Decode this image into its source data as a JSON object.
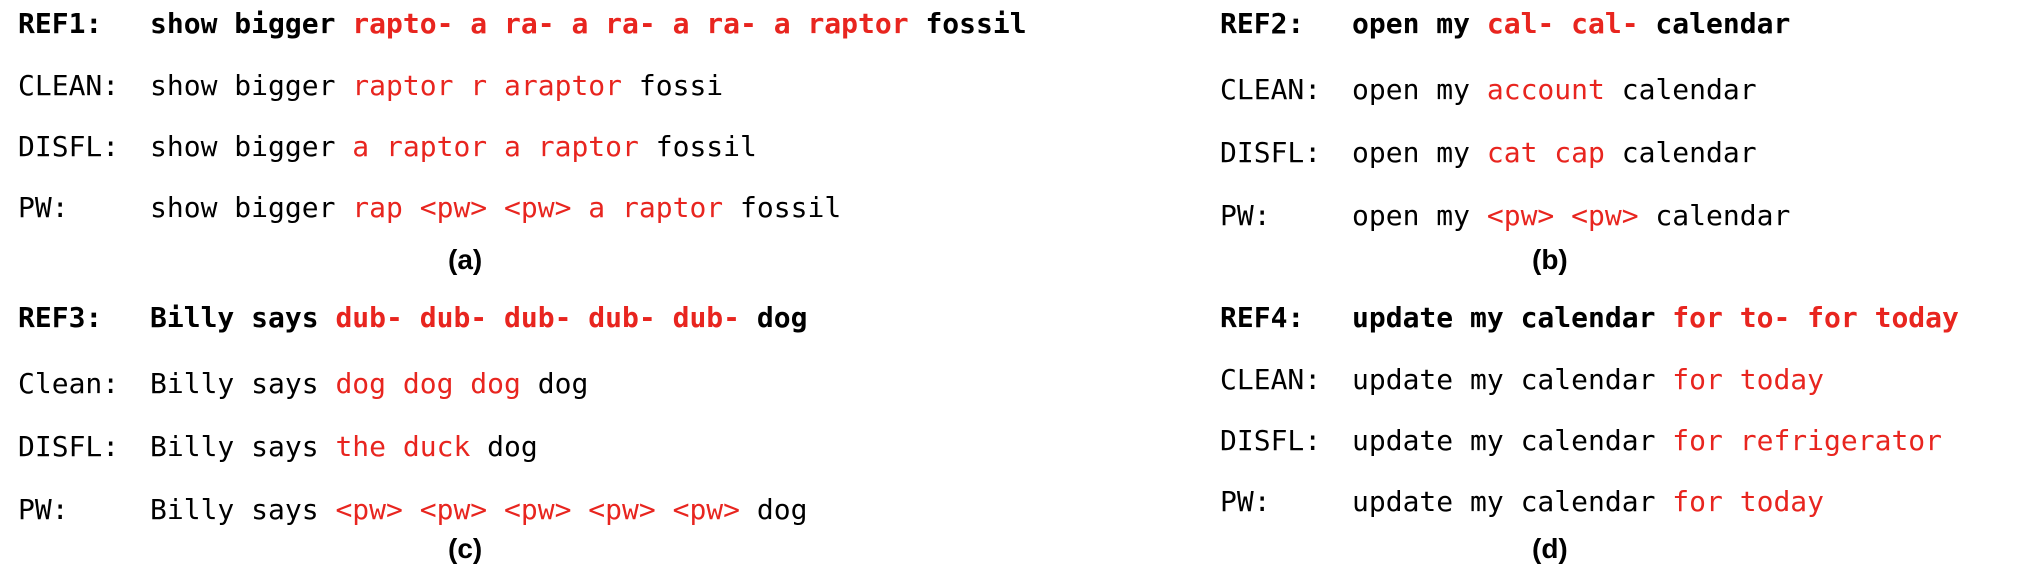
{
  "colors": {
    "highlight": "#e8251f",
    "text": "#000000"
  },
  "panels": [
    {
      "id": "panel-a",
      "caption": "(a)",
      "rows": [
        {
          "label": "REF1:",
          "bold": true,
          "segments": [
            {
              "text": "show bigger ",
              "red": false
            },
            {
              "text": "rapto- a ra- a ra- a ra- a raptor",
              "red": true
            },
            {
              "text": " fossil",
              "red": false
            }
          ]
        },
        {
          "label": "CLEAN:",
          "bold": false,
          "segments": [
            {
              "text": "show bigger ",
              "red": false
            },
            {
              "text": "raptor r araptor",
              "red": true
            },
            {
              "text": " fossi",
              "red": false
            }
          ]
        },
        {
          "label": "DISFL:",
          "bold": false,
          "segments": [
            {
              "text": "show bigger ",
              "red": false
            },
            {
              "text": "a raptor a raptor",
              "red": true
            },
            {
              "text": " fossil",
              "red": false
            }
          ]
        },
        {
          "label": "PW:",
          "bold": false,
          "segments": [
            {
              "text": "show bigger ",
              "red": false
            },
            {
              "text": "rap <pw> <pw> a raptor",
              "red": true
            },
            {
              "text": " fossil",
              "red": false
            }
          ]
        }
      ]
    },
    {
      "id": "panel-b",
      "caption": "(b)",
      "rows": [
        {
          "label": "REF2:",
          "bold": true,
          "segments": [
            {
              "text": "open my ",
              "red": false
            },
            {
              "text": "cal- cal-",
              "red": true
            },
            {
              "text": " calendar",
              "red": false
            }
          ]
        },
        {
          "label": "CLEAN:",
          "bold": false,
          "segments": [
            {
              "text": "open my ",
              "red": false
            },
            {
              "text": "account",
              "red": true
            },
            {
              "text": " calendar",
              "red": false
            }
          ]
        },
        {
          "label": "DISFL:",
          "bold": false,
          "segments": [
            {
              "text": "open my ",
              "red": false
            },
            {
              "text": "cat cap",
              "red": true
            },
            {
              "text": " calendar",
              "red": false
            }
          ]
        },
        {
          "label": "PW:",
          "bold": false,
          "segments": [
            {
              "text": "open my ",
              "red": false
            },
            {
              "text": "<pw> <pw>",
              "red": true
            },
            {
              "text": " calendar",
              "red": false
            }
          ]
        }
      ]
    },
    {
      "id": "panel-c",
      "caption": "(c)",
      "rows": [
        {
          "label": "REF3:",
          "bold": true,
          "segments": [
            {
              "text": "Billy says ",
              "red": false
            },
            {
              "text": "dub- dub- dub- dub- dub-",
              "red": true
            },
            {
              "text": " dog",
              "red": false
            }
          ]
        },
        {
          "label": "Clean:",
          "bold": false,
          "segments": [
            {
              "text": "Billy says ",
              "red": false
            },
            {
              "text": "dog dog dog",
              "red": true
            },
            {
              "text": " dog",
              "red": false
            }
          ]
        },
        {
          "label": "DISFL:",
          "bold": false,
          "segments": [
            {
              "text": "Billy says ",
              "red": false
            },
            {
              "text": "the duck",
              "red": true
            },
            {
              "text": " dog",
              "red": false
            }
          ]
        },
        {
          "label": "PW:",
          "bold": false,
          "segments": [
            {
              "text": "Billy says ",
              "red": false
            },
            {
              "text": "<pw> <pw> <pw> <pw> <pw>",
              "red": true
            },
            {
              "text": " dog",
              "red": false
            }
          ]
        }
      ]
    },
    {
      "id": "panel-d",
      "caption": "(d)",
      "rows": [
        {
          "label": "REF4:",
          "bold": true,
          "segments": [
            {
              "text": "update my calendar ",
              "red": false
            },
            {
              "text": "for to- for today",
              "red": true
            }
          ]
        },
        {
          "label": "CLEAN:",
          "bold": false,
          "segments": [
            {
              "text": "update my calendar ",
              "red": false
            },
            {
              "text": "for today",
              "red": true
            }
          ]
        },
        {
          "label": "DISFL:",
          "bold": false,
          "segments": [
            {
              "text": "update my calendar ",
              "red": false
            },
            {
              "text": "for refrigerator",
              "red": true
            }
          ]
        },
        {
          "label": "PW:",
          "bold": false,
          "segments": [
            {
              "text": "update my calendar ",
              "red": false
            },
            {
              "text": "for today",
              "red": true
            }
          ]
        }
      ]
    }
  ]
}
